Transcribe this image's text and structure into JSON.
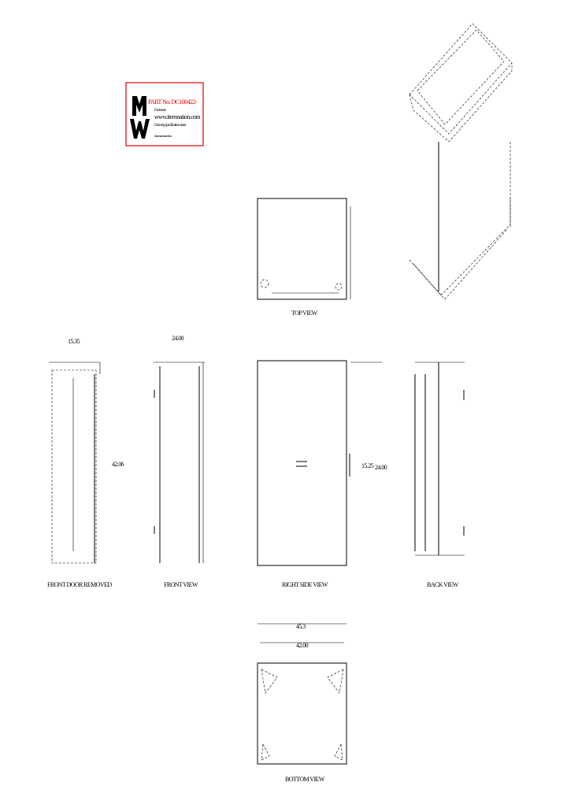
{
  "title_block": {
    "part_label": "PART No. DC100422-",
    "line1": "Enclosure",
    "line2": "www.itemnation.com",
    "line3": "Drawing specification sheet",
    "line4": "dimensions in inches",
    "border_color": "#e00000"
  },
  "views": {
    "top": "TOP VIEW",
    "front_door_removed": "FRONT DOOR REMOVED",
    "front": "FRONT VIEW",
    "right_side": "RIGHT SIDE VIEW",
    "back": "BACK VIEW",
    "bottom": "BOTTOM VIEW"
  },
  "dimensions": {
    "door_removed_width": "15.35",
    "front_width": "24.00",
    "door_removed_height": "42.06",
    "side_inner_height": "15.25",
    "side_height": "24.00",
    "bottom_outer_width": "45.3",
    "bottom_inner_width": "42.00"
  }
}
